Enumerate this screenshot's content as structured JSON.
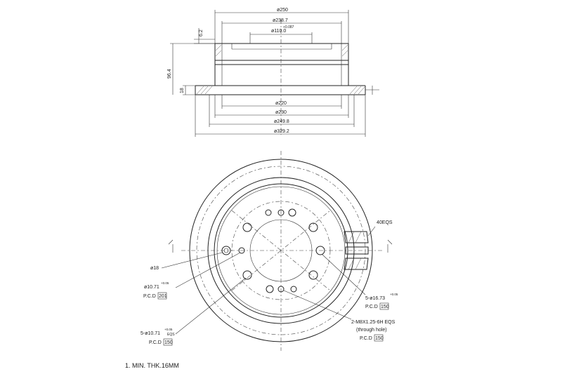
{
  "side_view": {
    "dims": {
      "d250": "ø250",
      "d238": "ø238.7",
      "d110": "ø110.0",
      "d110_tol": "+0.087",
      "d220": "ø220",
      "d230": "ø230",
      "d249": "ø249.8",
      "d329": "ø329.2",
      "h62": "6.2",
      "h964": "96.4",
      "h18": "18"
    }
  },
  "front_view": {
    "labels": {
      "d18": "ø18",
      "d1071": "ø10.71",
      "d1071_tol": "+0.05",
      "pcd201": "P.C.D",
      "pcd201_box": "201",
      "five_1071": "5-ø10.71",
      "five_1071_tol": "+0.05",
      "eqs": "EQS",
      "pcd150a": "P.C.D",
      "pcd150a_box": "150",
      "eqs40": "40EQS",
      "five_1673": "5-ø16.73",
      "five_1673_tol": "+0.05",
      "pcd150b": "P.C.D",
      "pcd150b_box": "150",
      "m8": "2-M8X1.25-6H EQS",
      "through": "(through hole)",
      "pcd150c": "P.C.D",
      "pcd150c_box": "150"
    }
  },
  "notes": {
    "n1": "1. MIN. THK.16MM"
  }
}
